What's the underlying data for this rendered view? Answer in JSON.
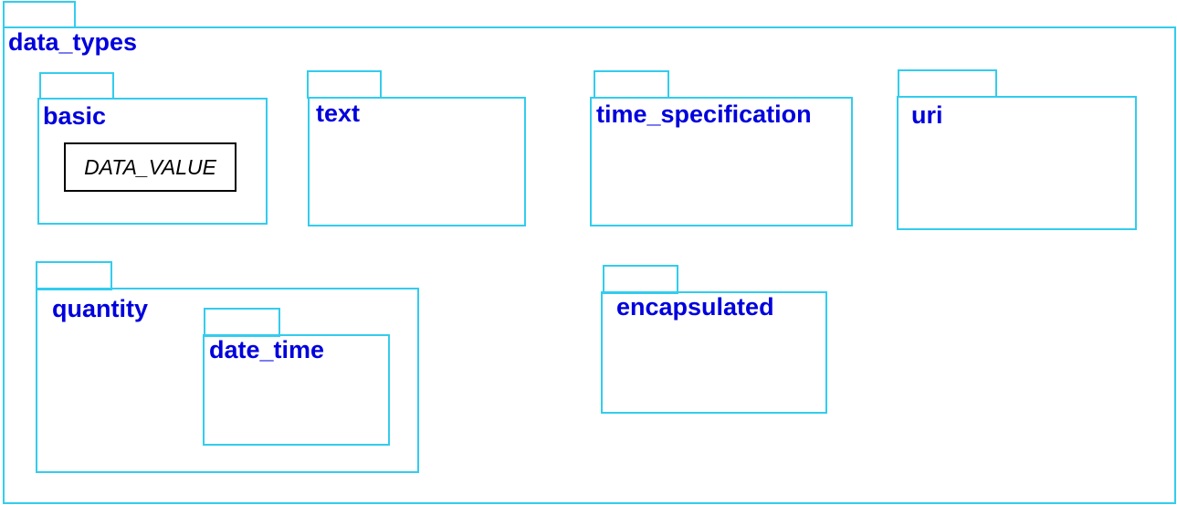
{
  "diagram": {
    "root_package": "data_types",
    "packages": {
      "basic": "basic",
      "text": "text",
      "time_specification": "time_specification",
      "uri": "uri",
      "quantity": "quantity",
      "date_time": "date_time",
      "encapsulated": "encapsulated"
    },
    "classes": {
      "data_value": "DATA_VALUE"
    },
    "colors": {
      "package_border": "#33ccee",
      "package_label": "#0000dd",
      "class_border": "#000000"
    }
  }
}
